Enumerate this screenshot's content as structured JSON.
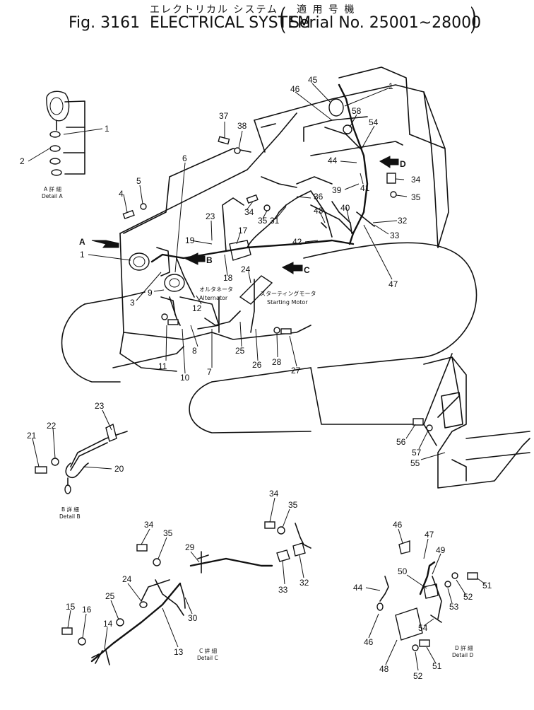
{
  "header": {
    "fig": "Fig. 3161",
    "jp_title": "エレクトリカル システム",
    "jp_serial": "適 用 号 機",
    "en_title": "ELECTRICAL SYSTEM",
    "serial": "Serial No. 25001~28000"
  },
  "labels": {
    "alt_jp": "オルタネータ",
    "alt_en": "Alternator",
    "start_jp": "スターティングモータ",
    "start_en": "Starting Motor"
  },
  "details": {
    "a_jp": "A 詳 細",
    "a_en": "Detail A",
    "b_jp": "B 詳 細",
    "b_en": "Detail B",
    "c_jp": "C 詳 細",
    "c_en": "Detail C",
    "d_jp": "D 詳 細",
    "d_en": "Detail D"
  },
  "views": {
    "a": "A",
    "b": "B",
    "c": "C",
    "d": "D"
  },
  "callouts": [
    "1",
    "2",
    "4",
    "5",
    "1",
    "6",
    "3",
    "9",
    "23",
    "19",
    "17",
    "18",
    "24",
    "12",
    "8",
    "7",
    "11",
    "10",
    "25",
    "26",
    "28",
    "27",
    "37",
    "38",
    "34",
    "35",
    "31",
    "36",
    "46",
    "45",
    "1",
    "58",
    "54",
    "44",
    "39",
    "41",
    "34",
    "35",
    "43",
    "40",
    "32",
    "33",
    "42",
    "47",
    "23",
    "22",
    "21",
    "20",
    "34",
    "35",
    "34",
    "35",
    "29",
    "24",
    "25",
    "15",
    "16",
    "14",
    "13",
    "30",
    "33",
    "32",
    "46",
    "47",
    "49",
    "50",
    "44",
    "53",
    "52",
    "51",
    "54",
    "46",
    "48",
    "52",
    "51",
    "56",
    "57",
    "55"
  ]
}
